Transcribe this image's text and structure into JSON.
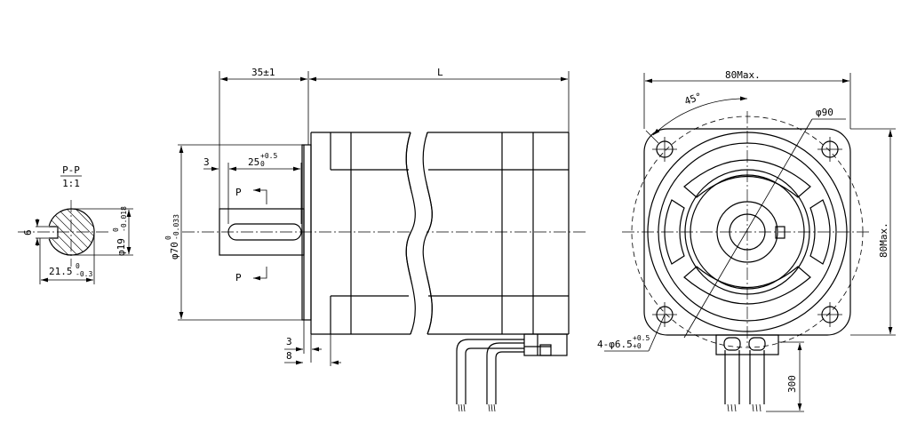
{
  "section_view": {
    "title": "P-P",
    "scale": "1:1",
    "key_height": "6",
    "shaft_dia": "φ19",
    "shaft_dia_tol_upper": "0",
    "shaft_dia_tol_lower": "-0.018",
    "flat_dim": "21.5",
    "flat_tol_upper": "0",
    "flat_tol_lower": "-0.3"
  },
  "side_view": {
    "shaft_length": "35±1",
    "body_length": "L",
    "key_offset": "3",
    "key_length": "25",
    "key_tol_upper": "+0.5",
    "key_tol_lower": "0",
    "pilot_dia": "φ70",
    "pilot_tol_upper": "0",
    "pilot_tol_lower": "-0.033",
    "section_mark": "P",
    "flange_thickness_a": "3",
    "flange_thickness_b": "8"
  },
  "front_view": {
    "width": "80Max.",
    "height": "80Max.",
    "angle": "45°",
    "bolt_circle": "φ90",
    "holes": "4-φ6.5",
    "holes_tol_upper": "+0.5",
    "holes_tol_lower": "+0",
    "lead_length": "300"
  }
}
